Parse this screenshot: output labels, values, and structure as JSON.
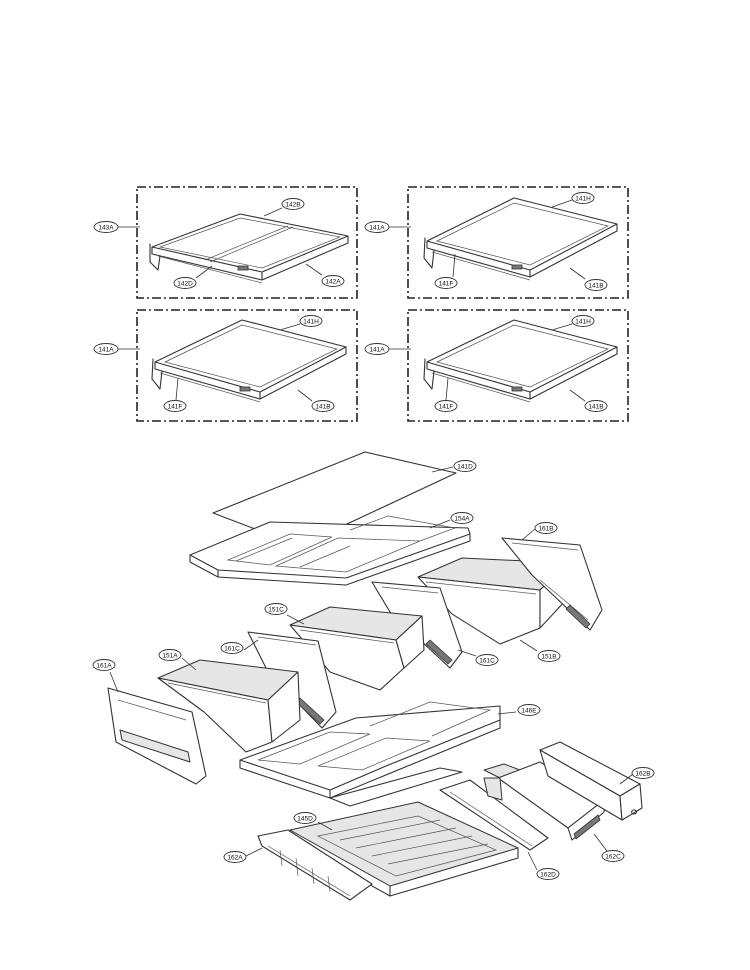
{
  "diagram": {
    "labels": {
      "l143A": "143A",
      "l142B": "142B",
      "l142D": "142D",
      "l142A": "142A",
      "l141A_1": "141A",
      "l141H_1": "141H",
      "l141F_1": "141F",
      "l141B_1": "141B",
      "l141A_2": "141A",
      "l141H_2": "141H",
      "l141F_2": "141F",
      "l141B_2": "141B",
      "l141A_3": "141A",
      "l141H_3": "141H",
      "l141F_3": "141F",
      "l141B_3": "141B",
      "l141D": "141D",
      "l154A": "154A",
      "l161B_1": "161B",
      "l151C": "151C",
      "l161C_1": "161C",
      "l161C_2": "161C",
      "l151B": "151B",
      "l161A": "161A",
      "l151A": "151A",
      "l146E": "146E",
      "l162B": "162B",
      "l145D": "145D",
      "l162A": "162A",
      "l162D": "162D",
      "l162C": "162C"
    }
  }
}
